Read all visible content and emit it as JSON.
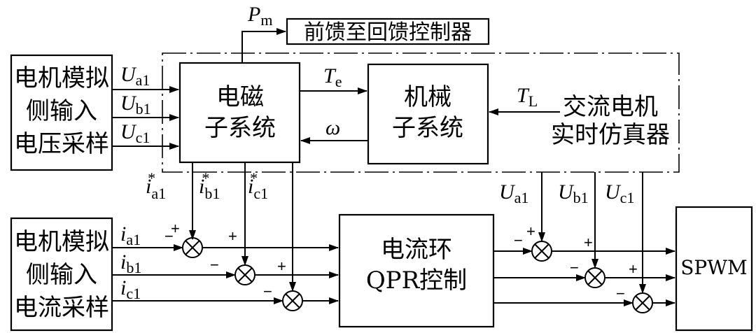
{
  "blocks": {
    "feedforward": "前馈至回馈控制器",
    "motor_volt_in": [
      "电机模拟",
      "侧输入",
      "电压采样"
    ],
    "motor_curr_in": [
      "电机模拟",
      "侧输入",
      "电流采样"
    ],
    "em_subsystem": [
      "电磁",
      "子系统"
    ],
    "mech_subsystem": [
      "机械",
      "子系统"
    ],
    "simulator": [
      "交流电机",
      "实时仿真器"
    ],
    "current_loop": [
      "电流环",
      "QPR控制"
    ],
    "spwm": "SPWM"
  },
  "signals": {
    "pm": {
      "base": "P",
      "sub": "m"
    },
    "te": {
      "base": "T",
      "sub": "e"
    },
    "tl": {
      "base": "T",
      "sub": "L"
    },
    "omega": "ω",
    "ua1_in": {
      "base": "U",
      "sub": "a1"
    },
    "ub1_in": {
      "base": "U",
      "sub": "b1"
    },
    "uc1_in": {
      "base": "U",
      "sub": "c1"
    },
    "ia1_ref": {
      "base": "i",
      "sub": "a1",
      "sup": "*"
    },
    "ib1_ref": {
      "base": "i",
      "sub": "b1",
      "sup": "*"
    },
    "ic1_ref": {
      "base": "i",
      "sub": "c1",
      "sup": "*"
    },
    "ia1": {
      "base": "i",
      "sub": "a1"
    },
    "ib1": {
      "base": "i",
      "sub": "b1"
    },
    "ic1": {
      "base": "i",
      "sub": "c1"
    },
    "ua1_out": {
      "base": "U",
      "sub": "a1"
    },
    "ub1_out": {
      "base": "U",
      "sub": "b1"
    },
    "uc1_out": {
      "base": "U",
      "sub": "c1"
    }
  },
  "signs": {
    "plus": "+",
    "minus": "−"
  }
}
